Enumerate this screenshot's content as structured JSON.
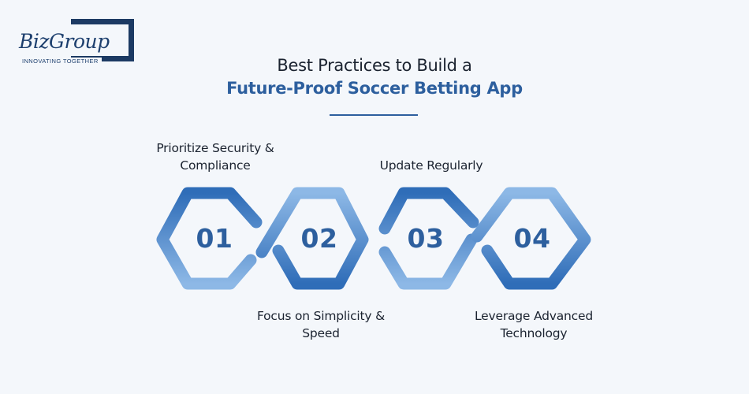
{
  "logo": {
    "name": "BizGroup",
    "tagline": "INNOVATING TOGETHER"
  },
  "title": {
    "line1": "Best Practices to Build a",
    "line2": "Future-Proof Soccer Betting App"
  },
  "steps": [
    {
      "number": "01",
      "label_line1": "Prioritize Security &",
      "label_line2": "Compliance"
    },
    {
      "number": "02",
      "label_line1": "Focus on Simplicity &",
      "label_line2": "Speed"
    },
    {
      "number": "03",
      "label_line1": "Update Regularly",
      "label_line2": ""
    },
    {
      "number": "04",
      "label_line1": "Leverage Advanced",
      "label_line2": "Technology"
    }
  ],
  "colors": {
    "accent": "#2d5f9e",
    "ribbon_dark": "#2f6db8",
    "ribbon_light": "#8db8e6",
    "background": "#f4f7fb"
  }
}
